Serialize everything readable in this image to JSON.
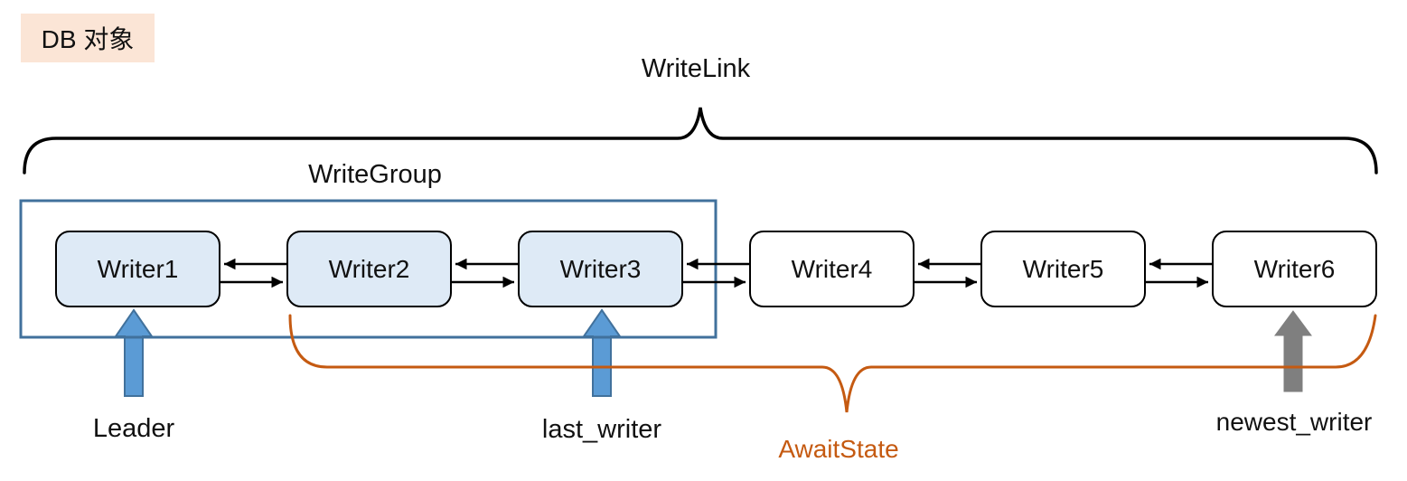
{
  "badge": {
    "label": "DB 对象",
    "bg": "#FBE5D6"
  },
  "braces": {
    "write_link_label": "WriteLink",
    "await_state_label": "AwaitState"
  },
  "group": {
    "label": "WriteGroup"
  },
  "writers": [
    {
      "label": "Writer1",
      "in_group": true
    },
    {
      "label": "Writer2",
      "in_group": true
    },
    {
      "label": "Writer3",
      "in_group": true
    },
    {
      "label": "Writer4",
      "in_group": false
    },
    {
      "label": "Writer5",
      "in_group": false
    },
    {
      "label": "Writer6",
      "in_group": false
    }
  ],
  "pointers": [
    {
      "label": "Leader",
      "target": "Writer1",
      "color": "blue"
    },
    {
      "label": "last_writer",
      "target": "Writer3",
      "color": "blue"
    },
    {
      "label": "newest_writer",
      "target": "Writer6",
      "color": "gray"
    }
  ],
  "colors": {
    "group_box_fill": "#DEEAF6",
    "plain_box_fill": "#FFFFFF",
    "box_border": "#000000",
    "group_border": "#41719C",
    "blue_arrow_fill": "#5B9BD5",
    "blue_arrow_border": "#41719C",
    "gray_arrow_fill": "#7F7F7F",
    "black_brace": "#000000",
    "orange_brace": "#C55A11",
    "badge_bg": "#FBE5D6"
  }
}
